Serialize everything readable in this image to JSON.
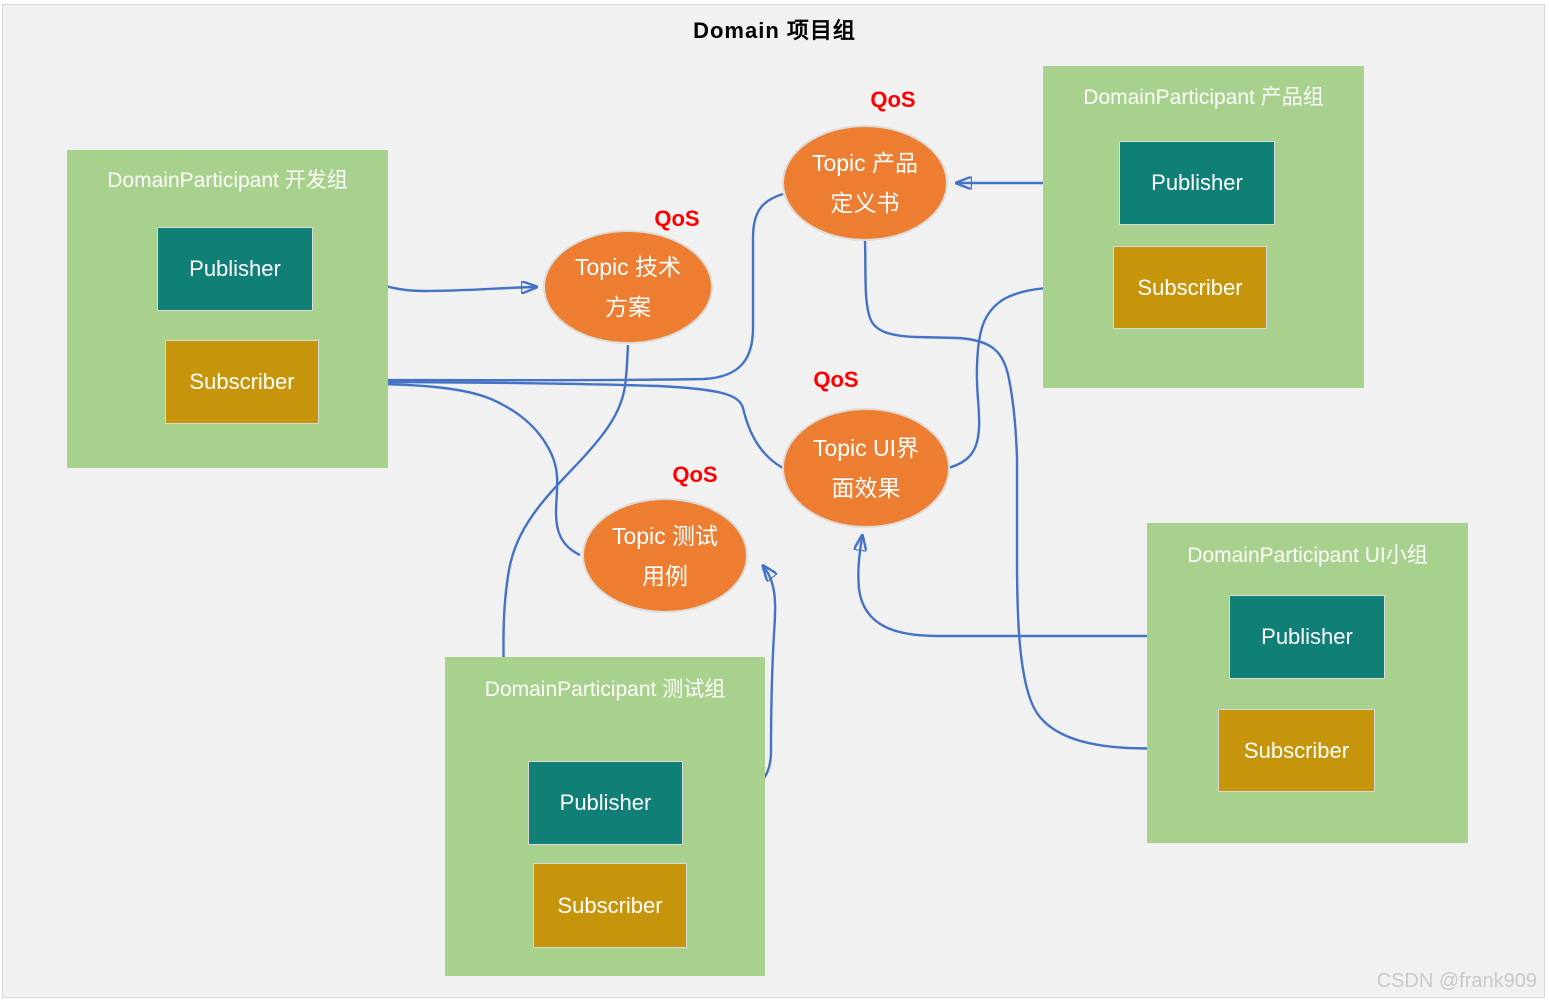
{
  "title": "Domain 项目组",
  "watermark": "CSDN @frank909",
  "colors": {
    "canvas_bg": "#F1F1F2",
    "participant_bg": "#A9D18E",
    "publisher_bg": "#108077",
    "subscriber_bg": "#C7950B",
    "topic_bg": "#ED7D31",
    "arrow": "#4472C4",
    "qos_text": "#FF0000"
  },
  "participants": [
    {
      "id": "dev",
      "label": "DomainParticipant 开发组",
      "publisher_label": "Publisher",
      "subscriber_label": "Subscriber"
    },
    {
      "id": "product",
      "label": "DomainParticipant 产品组",
      "publisher_label": "Publisher",
      "subscriber_label": "Subscriber"
    },
    {
      "id": "test",
      "label": "DomainParticipant 测试组",
      "publisher_label": "Publisher",
      "subscriber_label": "Subscriber"
    },
    {
      "id": "ui",
      "label": "DomainParticipant UI小组",
      "publisher_label": "Publisher",
      "subscriber_label": "Subscriber"
    }
  ],
  "topics": [
    {
      "id": "tech",
      "line1": "Topic 技术",
      "line2": "方案",
      "qos_label": "QoS"
    },
    {
      "id": "productdoc",
      "line1": "Topic 产品",
      "line2": "定义书",
      "qos_label": "QoS"
    },
    {
      "id": "uieffect",
      "line1": "Topic UI界",
      "line2": "面效果",
      "qos_label": "QoS"
    },
    {
      "id": "testcase",
      "line1": "Topic 测试",
      "line2": "用例",
      "qos_label": "QoS"
    }
  ],
  "edges": [
    {
      "from": "dev.publisher",
      "to": "topic.tech"
    },
    {
      "from": "product.publisher",
      "to": "topic.productdoc"
    },
    {
      "from": "test.publisher",
      "to": "topic.testcase"
    },
    {
      "from": "ui.publisher",
      "to": "topic.uieffect"
    },
    {
      "from": "topic.productdoc",
      "to": "dev.subscriber"
    },
    {
      "from": "topic.uieffect",
      "to": "dev.subscriber"
    },
    {
      "from": "topic.testcase",
      "to": "dev.subscriber"
    },
    {
      "from": "topic.tech",
      "to": "test.subscriber"
    },
    {
      "from": "topic.uieffect",
      "to": "product.subscriber"
    },
    {
      "from": "topic.productdoc",
      "to": "ui.subscriber"
    }
  ]
}
